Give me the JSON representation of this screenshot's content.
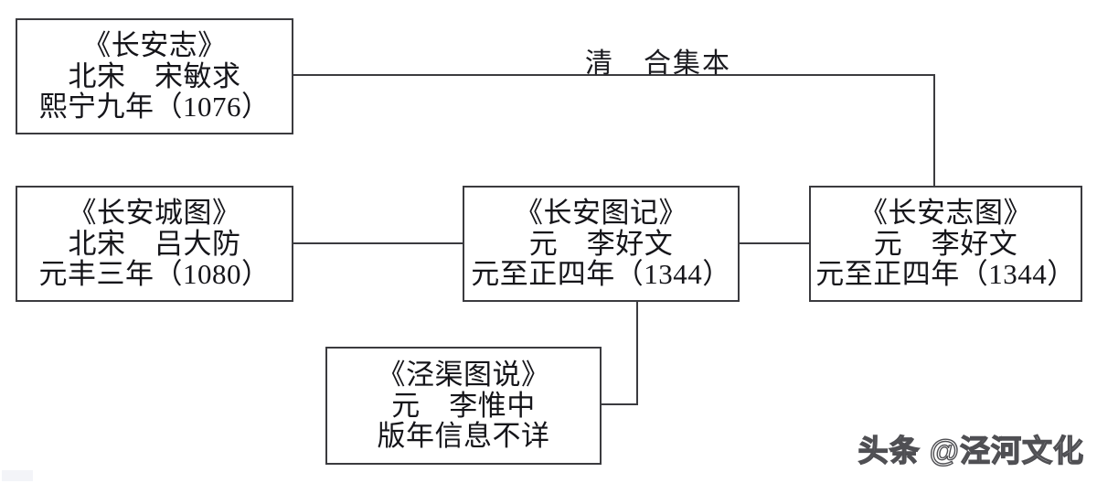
{
  "diagram": {
    "type": "flowchart",
    "title_text": "",
    "background_color": "#ffffff",
    "line_color": "#3b3b3f",
    "text_color": "#15151a",
    "nodes": [
      {
        "id": "changanzhi",
        "title": "《长安志》",
        "author": "北宋　宋敏求",
        "date": "熙宁九年（1076）"
      },
      {
        "id": "changanchengtu",
        "title": "《长安城图》",
        "author": "北宋　吕大防",
        "date": "元丰三年（1080）"
      },
      {
        "id": "changantuji",
        "title": "《长安图记》",
        "author": "元　李好文",
        "date": "元至正四年（1344）"
      },
      {
        "id": "changanzhitu",
        "title": "《长安志图》",
        "author": "元　李好文",
        "date": "元至正四年（1344）"
      },
      {
        "id": "jingqutushuo",
        "title": "《泾渠图说》",
        "author": "元　李惟中",
        "date": "版年信息不详"
      }
    ],
    "edges": [
      {
        "id": "zhi-to-zhitu",
        "from": "changanzhi",
        "to": "changanzhitu",
        "label": "清　合集本"
      },
      {
        "id": "chengtu-to-tuji",
        "from": "changanchengtu",
        "to": "changantuji",
        "label": ""
      },
      {
        "id": "tuji-to-zhitu",
        "from": "changantuji",
        "to": "changanzhitu",
        "label": ""
      },
      {
        "id": "tuji-to-jingqu",
        "from": "changantuji",
        "to": "jingqutushuo",
        "label": ""
      }
    ]
  },
  "watermark": {
    "text": "头条 @泾河文化"
  }
}
